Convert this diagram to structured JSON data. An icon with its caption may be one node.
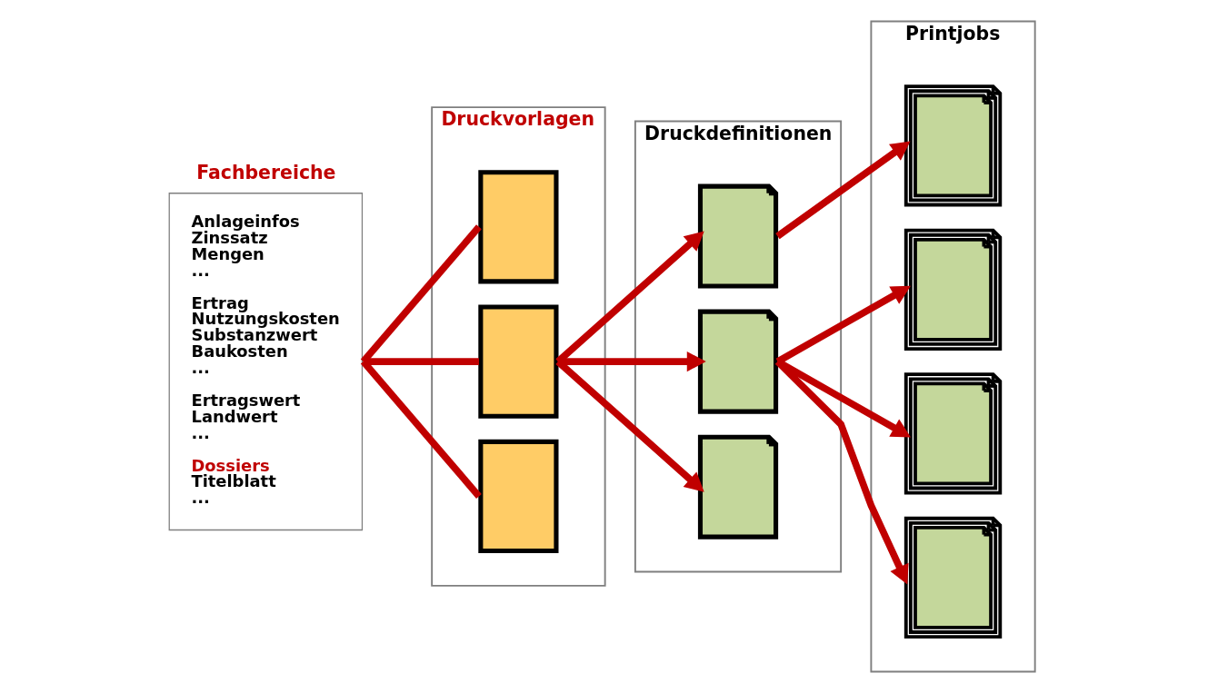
{
  "diagram": {
    "nodes": [
      {
        "text": [
          "Fachbereiche",
          "Anlageinfos",
          "Zinssatz",
          "Mengen",
          "...",
          "Ertrag",
          "Nutzungskosten",
          "Substanzwert",
          "Baukosten",
          "...",
          "Ertragswert",
          "Landwert",
          "...",
          "Dossiers",
          "Titelblatt",
          "..."
        ]
      },
      {
        "text": [
          "Druckvorlagen"
        ]
      },
      {
        "text": [],
        "shape": "box",
        "in": 1
      },
      {
        "text": [],
        "shape": "box",
        "in": 1
      },
      {
        "text": [],
        "shape": "box",
        "in": 1
      },
      {
        "text": [
          "Druckdefinitionen"
        ]
      },
      {
        "text": [],
        "shape": "document",
        "in": 5
      },
      {
        "text": [],
        "shape": "document",
        "in": 5
      },
      {
        "text": [],
        "shape": "document",
        "in": 5
      },
      {
        "text": [
          "Printjobs"
        ]
      },
      {
        "text": [],
        "shape": "documents",
        "in": 9
      },
      {
        "text": [],
        "shape": "documents",
        "in": 9
      },
      {
        "text": [],
        "shape": "documents",
        "in": 9
      },
      {
        "text": [],
        "shape": "documents",
        "in": 9
      }
    ],
    "edges": [
      {
        "from": 0,
        "to": 2,
        "arrow": "none"
      },
      {
        "from": 0,
        "to": 3,
        "arrow": "none"
      },
      {
        "from": 0,
        "to": 4,
        "arrow": "none"
      },
      {
        "from": 3,
        "to": 6,
        "arrow": "to"
      },
      {
        "from": 3,
        "to": 7,
        "arrow": "to"
      },
      {
        "from": 3,
        "to": 8,
        "arrow": "to"
      },
      {
        "from": 6,
        "to": 10,
        "arrow": "to"
      },
      {
        "from": 7,
        "to": 11,
        "arrow": "to"
      },
      {
        "from": 7,
        "to": 12,
        "arrow": "to"
      },
      {
        "from": 7,
        "to": 13,
        "arrow": "to"
      }
    ]
  }
}
